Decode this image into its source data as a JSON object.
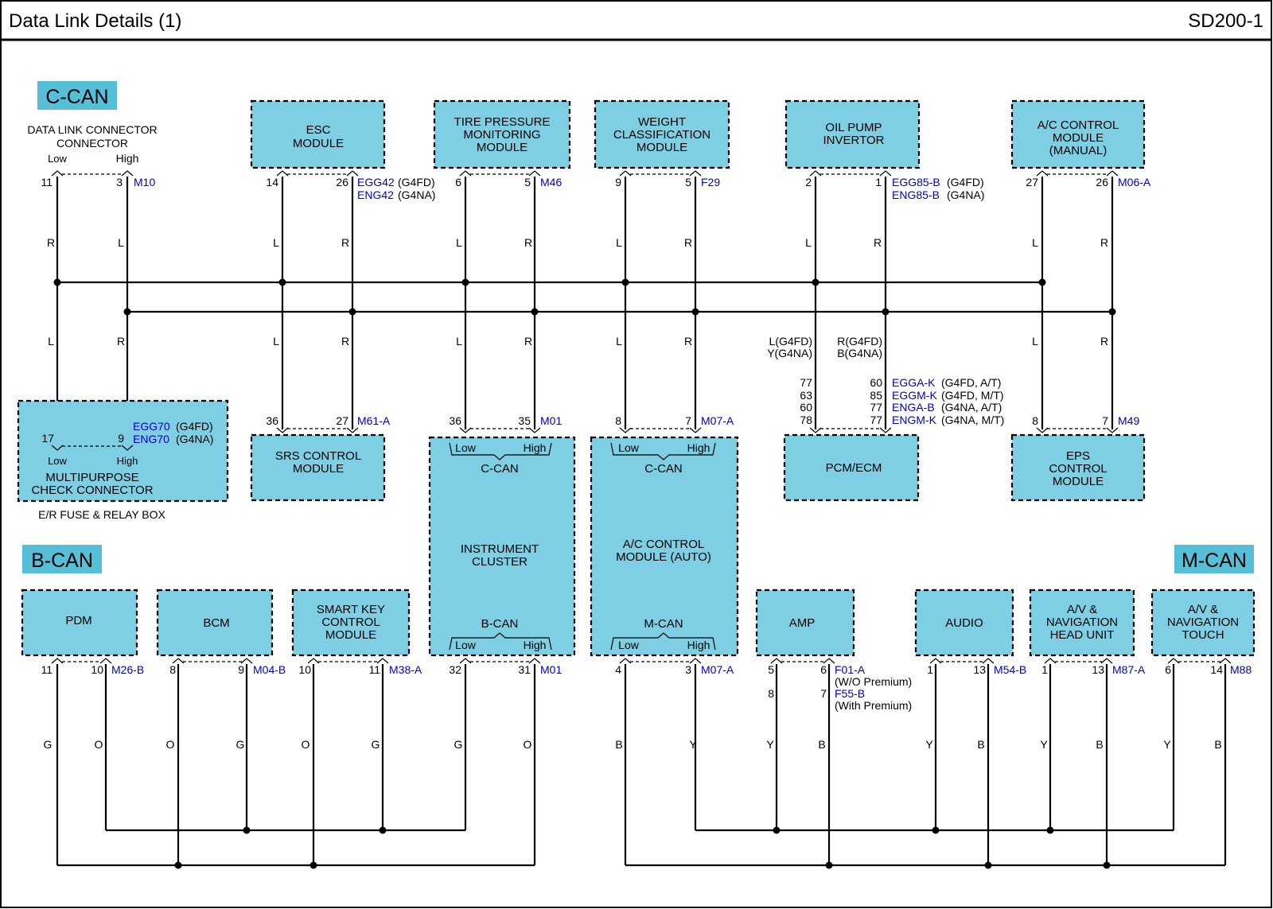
{
  "header": {
    "title": "Data Link Details (1)",
    "code": "SD200-1"
  },
  "sections": {
    "ccan": "C-CAN",
    "bcan": "B-CAN",
    "mcan": "M-CAN"
  },
  "dlc": {
    "title1": "DATA LINK CONNECTOR",
    "low": "Low",
    "high": "High",
    "pin_low": "11",
    "pin_high": "3",
    "conn": "M10",
    "wire_low_top": "R",
    "wire_high_top": "L",
    "wire_low_bot": "L",
    "wire_high_bot": "R"
  },
  "mpc": {
    "label1": "MULTIPURPOSE",
    "label2": "CHECK CONNECTOR",
    "box_label": "E/R FUSE & RELAY BOX",
    "pin_low": "17",
    "pin_high": "9",
    "low": "Low",
    "high": "High",
    "conn1": "EGG70",
    "conn1_note": "(G4FD)",
    "conn2": "ENG70",
    "conn2_note": "(G4NA)"
  },
  "esc": {
    "l1": "ESC",
    "l2": "MODULE",
    "pin_a": "14",
    "pin_b": "26",
    "conn1": "EGG42",
    "conn1_note": "(G4FD)",
    "conn2": "ENG42",
    "conn2_note": "(G4NA)",
    "wa": "L",
    "wb": "R"
  },
  "srs": {
    "l1": "SRS CONTROL",
    "l2": "MODULE",
    "pin_a": "36",
    "pin_b": "27",
    "conn": "M61-A",
    "wa": "L",
    "wb": "R"
  },
  "tpms": {
    "l1": "TIRE PRESSURE",
    "l2": "MONITORING",
    "l3": "MODULE",
    "pin_a": "6",
    "pin_b": "5",
    "conn": "M46",
    "wa": "L",
    "wb": "R"
  },
  "cluster": {
    "l1": "INSTRUMENT",
    "l2": "CLUSTER",
    "top_bus": "C-CAN",
    "bot_bus": "B-CAN",
    "low": "Low",
    "high": "High",
    "pin_a": "36",
    "pin_b": "35",
    "conn": "M01",
    "wa": "L",
    "wb": "R",
    "bpin_a": "32",
    "bpin_b": "31",
    "bconn": "M01",
    "bwa": "G",
    "bwb": "O"
  },
  "wcm": {
    "l1": "WEIGHT",
    "l2": "CLASSIFICATION",
    "l3": "MODULE",
    "pin_a": "9",
    "pin_b": "5",
    "conn": "F29",
    "wa": "L",
    "wb": "R"
  },
  "acauto": {
    "l1": "A/C CONTROL",
    "l2": "MODULE (AUTO)",
    "top_bus": "C-CAN",
    "bot_bus": "M-CAN",
    "low": "Low",
    "high": "High",
    "pin_a": "8",
    "pin_b": "7",
    "conn": "M07-A",
    "wa": "L",
    "wb": "R",
    "bpin_a": "4",
    "bpin_b": "3",
    "bconn": "M07-A",
    "bwa": "B",
    "bwb": "Y"
  },
  "oilpump": {
    "l1": "OIL PUMP",
    "l2": "INVERTOR",
    "pin_a": "2",
    "pin_b": "1",
    "conn1": "EGG85-B",
    "conn1_note": "(G4FD)",
    "conn2": "ENG85-B",
    "conn2_note": "(G4NA)",
    "wa": "L",
    "wb": "R"
  },
  "pcm": {
    "l1": "PCM/ECM",
    "wa1": "L(G4FD)",
    "wa2": "Y(G4NA)",
    "wb1": "R(G4FD)",
    "wb2": "B(G4NA)",
    "pins_a": [
      "77",
      "63",
      "60",
      "78"
    ],
    "pins_b": [
      "60",
      "85",
      "77",
      "77"
    ],
    "conns": [
      "EGGA-K",
      "EGGM-K",
      "ENGA-B",
      "ENGM-K"
    ],
    "notes": [
      "(G4FD, A/T)",
      "(G4FD, M/T)",
      "(G4NA, A/T)",
      "(G4NA, M/T)"
    ]
  },
  "acman": {
    "l1": "A/C CONTROL",
    "l2": "MODULE",
    "l3": "(MANUAL)",
    "pin_a": "27",
    "pin_b": "26",
    "conn": "M06-A",
    "wa": "L",
    "wb": "R"
  },
  "eps": {
    "l1": "EPS",
    "l2": "CONTROL",
    "l3": "MODULE",
    "pin_a": "8",
    "pin_b": "7",
    "conn": "M49",
    "wa": "L",
    "wb": "R"
  },
  "pdm": {
    "l1": "PDM",
    "pin_a": "11",
    "pin_b": "10",
    "conn": "M26-B",
    "wa": "G",
    "wb": "O"
  },
  "bcm": {
    "l1": "BCM",
    "pin_a": "8",
    "pin_b": "9",
    "conn": "M04-B",
    "wa": "O",
    "wb": "G"
  },
  "smk": {
    "l1": "SMART KEY",
    "l2": "CONTROL",
    "l3": "MODULE",
    "pin_a": "10",
    "pin_b": "11",
    "conn": "M38-A",
    "wa": "O",
    "wb": "G"
  },
  "amp": {
    "l1": "AMP",
    "pin_a": "5",
    "pin_b": "6",
    "pin_a2": "8",
    "pin_b2": "7",
    "conn1": "F01-A",
    "note1": "(W/O Premium)",
    "conn2": "F55-B",
    "note2": "(With Premium)",
    "wa": "Y",
    "wb": "B"
  },
  "audio": {
    "l1": "AUDIO",
    "pin_a": "1",
    "pin_b": "13",
    "conn": "M54-B",
    "wa": "Y",
    "wb": "B"
  },
  "avhead": {
    "l1": "A/V &",
    "l2": "NAVIGATION",
    "l3": "HEAD UNIT",
    "pin_a": "1",
    "pin_b": "13",
    "conn": "M87-A",
    "wa": "Y",
    "wb": "B"
  },
  "avtouch": {
    "l1": "A/V &",
    "l2": "NAVIGATION",
    "l3": "TOUCH",
    "pin_a": "6",
    "pin_b": "14",
    "conn": "M88",
    "wa": "Y",
    "wb": "B"
  }
}
